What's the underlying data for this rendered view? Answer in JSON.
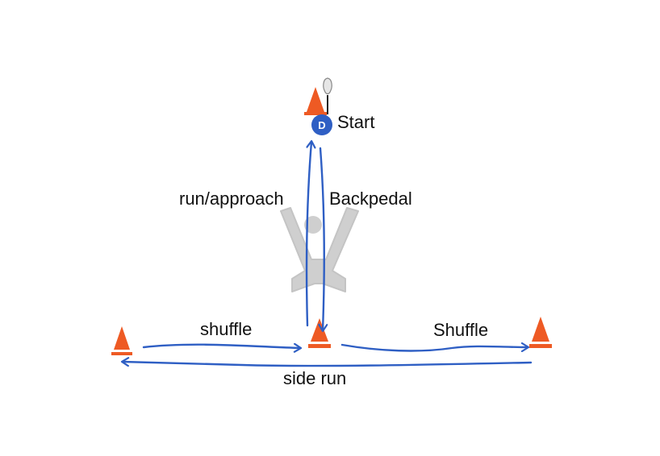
{
  "labels": {
    "start": "Start",
    "run_approach": "run/approach",
    "backpedal": "Backpedal",
    "shuffle_left": "shuffle",
    "shuffle_right": "Shuffle",
    "side_run": "side run"
  },
  "player": {
    "letter": "D"
  },
  "colors": {
    "path": "#2f5fc4",
    "cone": "#ee5a24",
    "player": "#2f5fc4",
    "goal": "#c8c8c8",
    "text": "#111111"
  },
  "icons": [
    "cone-icon",
    "player-icon",
    "lacrosse-stick-icon",
    "goal-icon"
  ]
}
